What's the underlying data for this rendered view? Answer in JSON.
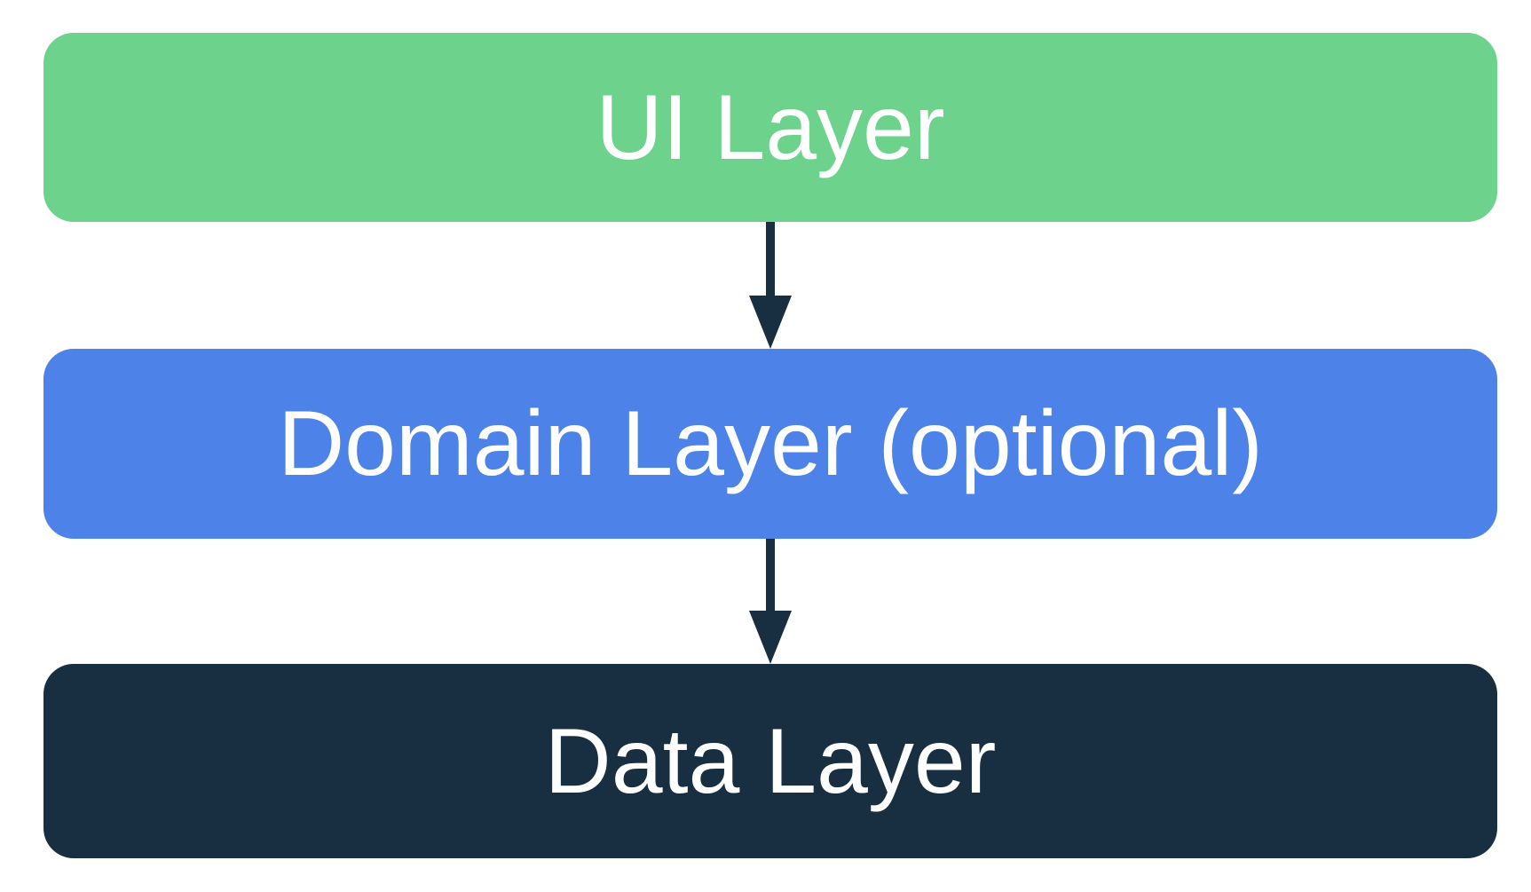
{
  "diagram": {
    "background_color": "#ffffff",
    "text_color": "#ffffff",
    "arrow_color": "#172F40",
    "layers": [
      {
        "label": "UI Layer",
        "color": "#6CD28C"
      },
      {
        "label": "Domain Layer (optional)",
        "color": "#4D82E9"
      },
      {
        "label": "Data Layer",
        "color": "#172F40"
      }
    ],
    "arrows": [
      {
        "from": "UI Layer",
        "to": "Domain Layer (optional)"
      },
      {
        "from": "Domain Layer (optional)",
        "to": "Data Layer"
      }
    ]
  }
}
